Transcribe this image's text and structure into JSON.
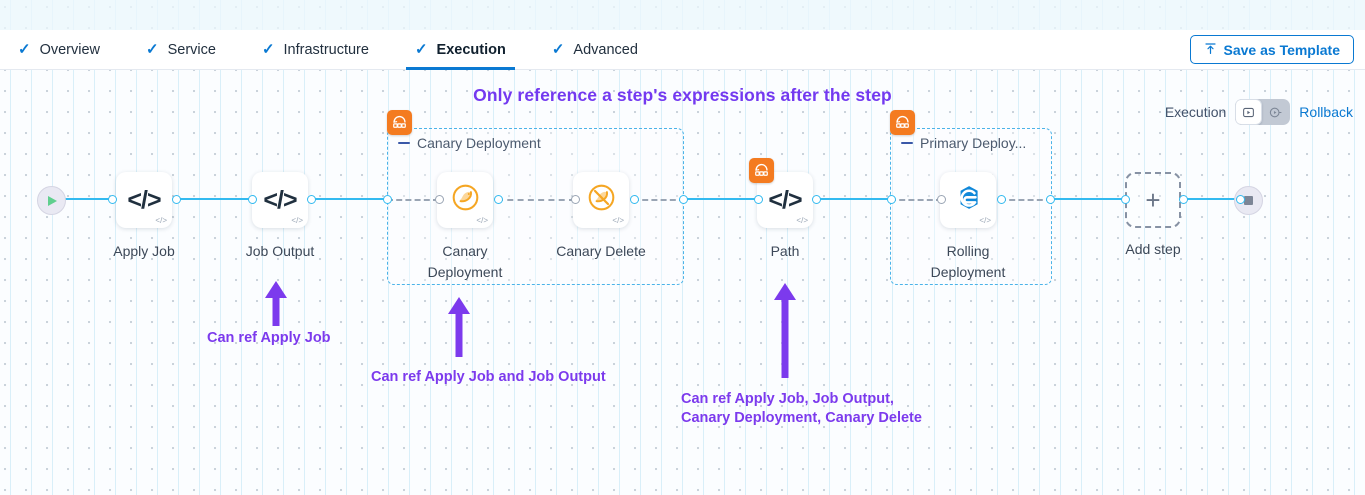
{
  "tabs": [
    {
      "label": "Overview",
      "icon": "check-icon",
      "active": false
    },
    {
      "label": "Service",
      "icon": "check-icon",
      "active": false
    },
    {
      "label": "Infrastructure",
      "icon": "check-icon",
      "active": false
    },
    {
      "label": "Execution",
      "icon": "check-icon",
      "active": true
    },
    {
      "label": "Advanced",
      "icon": "check-icon",
      "active": false
    }
  ],
  "toolbar": {
    "save_template_label": "Save as Template",
    "save_template_icon": "upload-template-icon"
  },
  "headline": "Only reference a step's expressions after the step",
  "mode_switch": {
    "execution_label": "Execution",
    "rollback_label": "Rollback",
    "left_icon": "execution-play-icon",
    "right_icon": "rollback-icon",
    "selected": "Execution"
  },
  "pipeline": {
    "start_node": {
      "name": "start-node",
      "icon": "play-icon"
    },
    "end_node": {
      "name": "end-node",
      "icon": "stop-icon"
    },
    "add_step": {
      "label": "Add step",
      "icon": "plus-icon"
    },
    "steps": [
      {
        "label": "Apply Job",
        "icon": "code-icon",
        "badge": null
      },
      {
        "label": "Job Output",
        "icon": "code-icon",
        "badge": null
      },
      {
        "label": "Canary\nDeployment",
        "icon": "canary-bird-icon",
        "badge": null
      },
      {
        "label": "Canary Delete",
        "icon": "canary-delete-icon",
        "badge": null
      },
      {
        "label": "Path",
        "icon": "code-icon",
        "badge": "rollback-group-icon"
      },
      {
        "label": "Rolling\nDeployment",
        "icon": "rolling-deployment-icon",
        "badge": null
      }
    ],
    "groups": [
      {
        "title": "Canary Deployment",
        "badge": "rollback-group-icon"
      },
      {
        "title": "Primary Deploy...",
        "badge": "rollback-group-icon"
      }
    ]
  },
  "annotations": [
    {
      "text": "Can ref Apply Job"
    },
    {
      "text": "Can ref Apply Job and Job Output"
    },
    {
      "text": "Can ref Apply Job, Job Output,\nCanary Deployment, Canary Delete"
    }
  ],
  "colors": {
    "accent_blue": "#0a79d2",
    "link_blue": "#33baf0",
    "annotation_purple": "#7c3aed",
    "group_border": "#4bb3e8",
    "badge_orange": "#f47b20",
    "canary_orange": "#f5a623",
    "rolling_blue": "#1088d9"
  }
}
